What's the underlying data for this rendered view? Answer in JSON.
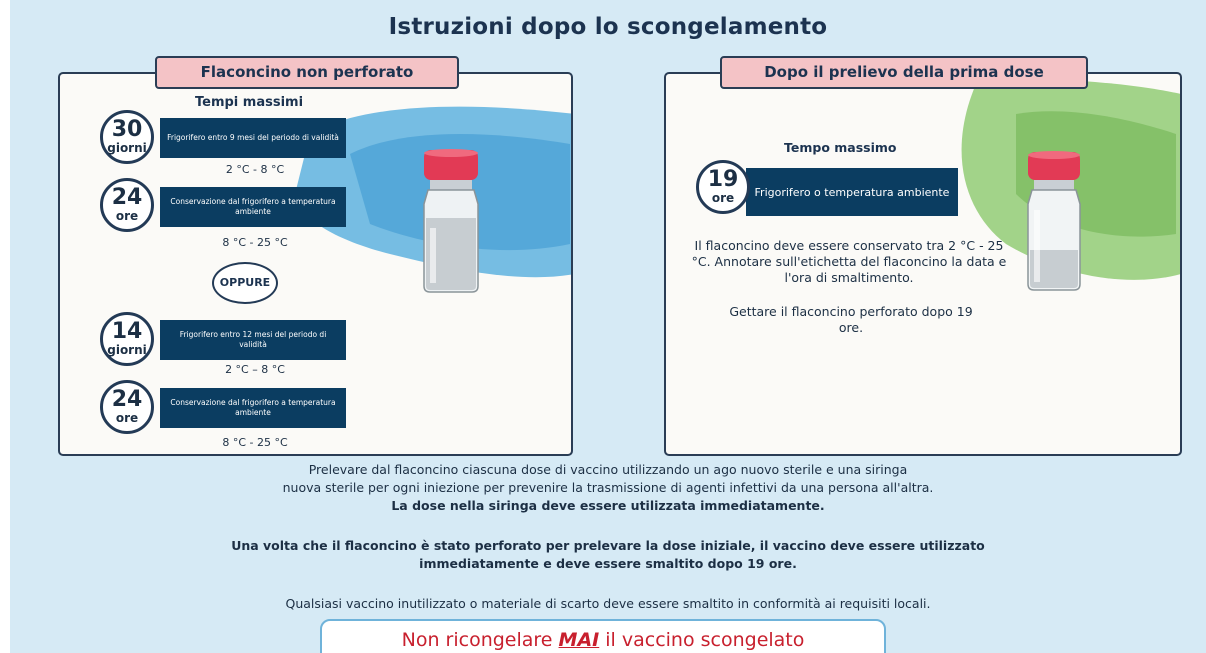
{
  "title": "Istruzioni dopo lo scongelamento",
  "left_panel": {
    "tab": "Flaconcino non perforato",
    "heading": "Tempi massimi",
    "rows": [
      {
        "num": "30",
        "unit": "giorni",
        "text": "Frigorifero entro 9 mesi del periodo di validità",
        "temp": "2 °C - 8 °C"
      },
      {
        "num": "24",
        "unit": "ore",
        "text": "Conservazione dal frigorifero a temperatura ambiente",
        "temp": "8 °C - 25 °C"
      },
      {
        "num": "14",
        "unit": "giorni",
        "text": "Frigorifero entro 12 mesi del periodo di validità",
        "temp": "2 °C – 8 °C"
      },
      {
        "num": "24",
        "unit": "ore",
        "text": "Conservazione dal frigorifero a temperatura ambiente",
        "temp": "8 °C - 25 °C"
      }
    ],
    "oppure": "OPPURE"
  },
  "right_panel": {
    "tab": "Dopo il prelievo della prima dose",
    "heading": "Tempo massimo",
    "num": "19",
    "unit": "ore",
    "bar_text": "Frigorifero o temperatura ambiente",
    "para1": "Il flaconcino deve essere conservato tra 2 °C - 25 °C. Annotare sull'etichetta del flaconcino la data e l'ora di smaltimento.",
    "para2": "Gettare il flaconcino perforato dopo 19 ore."
  },
  "bottom": {
    "line1": "Prelevare dal flaconcino ciascuna dose di vaccino utilizzando un ago nuovo sterile e una siringa",
    "line2": "nuova sterile per ogni iniezione per prevenire la trasmissione di agenti infettivi da una persona all'altra.",
    "line3": "La dose nella siringa deve essere utilizzata immediatamente.",
    "line4": "Una volta che il flaconcino è stato perforato per prelevare la dose iniziale, il vaccino deve essere utilizzato",
    "line5": "immediatamente e deve essere smaltito dopo 19 ore.",
    "line6": "Qualsiasi vaccino inutilizzato o materiale di scarto deve essere smaltito in conformità ai requisiti locali."
  },
  "warning": {
    "before": "Non ricongelare ",
    "emph": "MAI",
    "after": " il vaccino scongelato"
  },
  "colors": {
    "navy": "#0b3d61",
    "pink_tab": "#f4c3c6",
    "background": "#d6eaf5",
    "blue_wash": "#4aa8dc",
    "green_wash": "#7cc25a",
    "cap": "#e23a55",
    "warning_red": "#c8202e"
  }
}
